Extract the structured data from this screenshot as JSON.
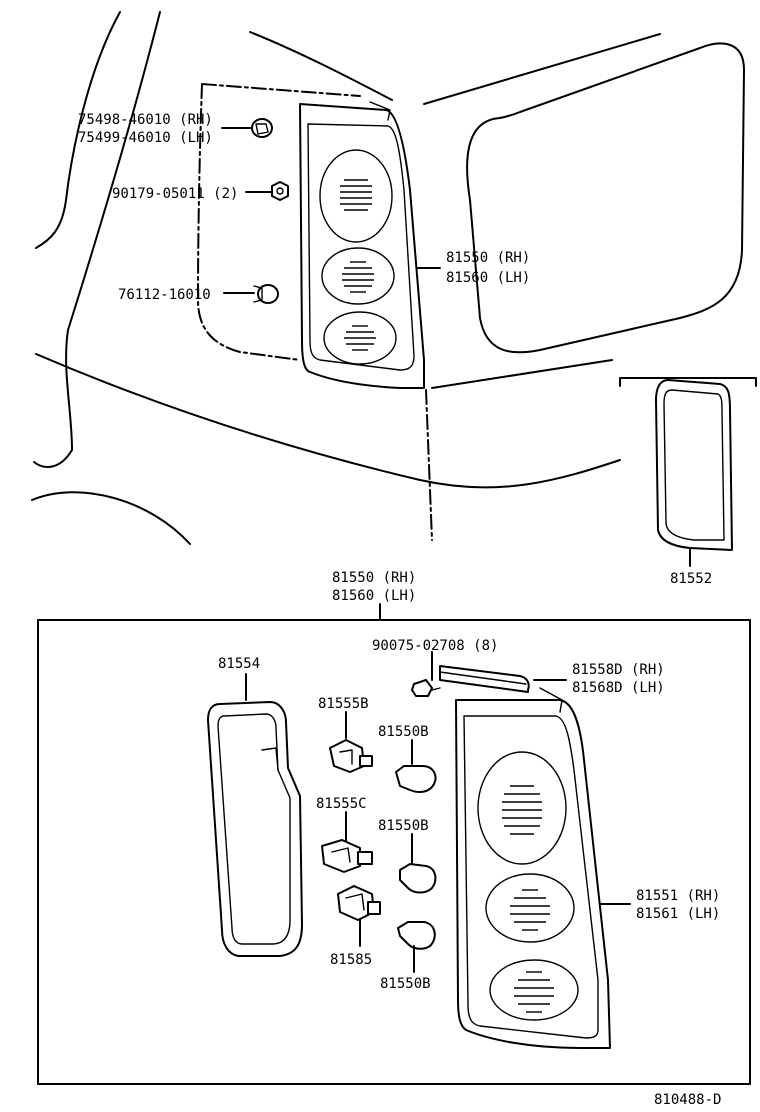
{
  "diagram_id": "810488-D",
  "vehicle_view": {
    "bolt_top": {
      "part_rh": "75498-46010 (RH)",
      "part_lh": "75499-46010 (LH)"
    },
    "nut": {
      "part": "90179-05011 (2)"
    },
    "clip": {
      "part": "76112-16010"
    },
    "lamp_assy": {
      "part_rh": "81550 (RH)",
      "part_lh": "81560 (LH)"
    },
    "gasket": {
      "part": "81552"
    }
  },
  "exploded_view": {
    "title_rh": "81550 (RH)",
    "title_lh": "81560 (LH)",
    "housing_gasket": "81554",
    "screw": "90075-02708 (8)",
    "cover_rh": "81558D (RH)",
    "cover_lh": "81568D (LH)",
    "socket_1": "81555B",
    "socket_2": "81555C",
    "socket_3": "81585",
    "bulb_1": "81550B",
    "bulb_2": "81550B",
    "bulb_3": "81550B",
    "lens_rh": "81551 (RH)",
    "lens_lh": "81561 (LH)"
  }
}
